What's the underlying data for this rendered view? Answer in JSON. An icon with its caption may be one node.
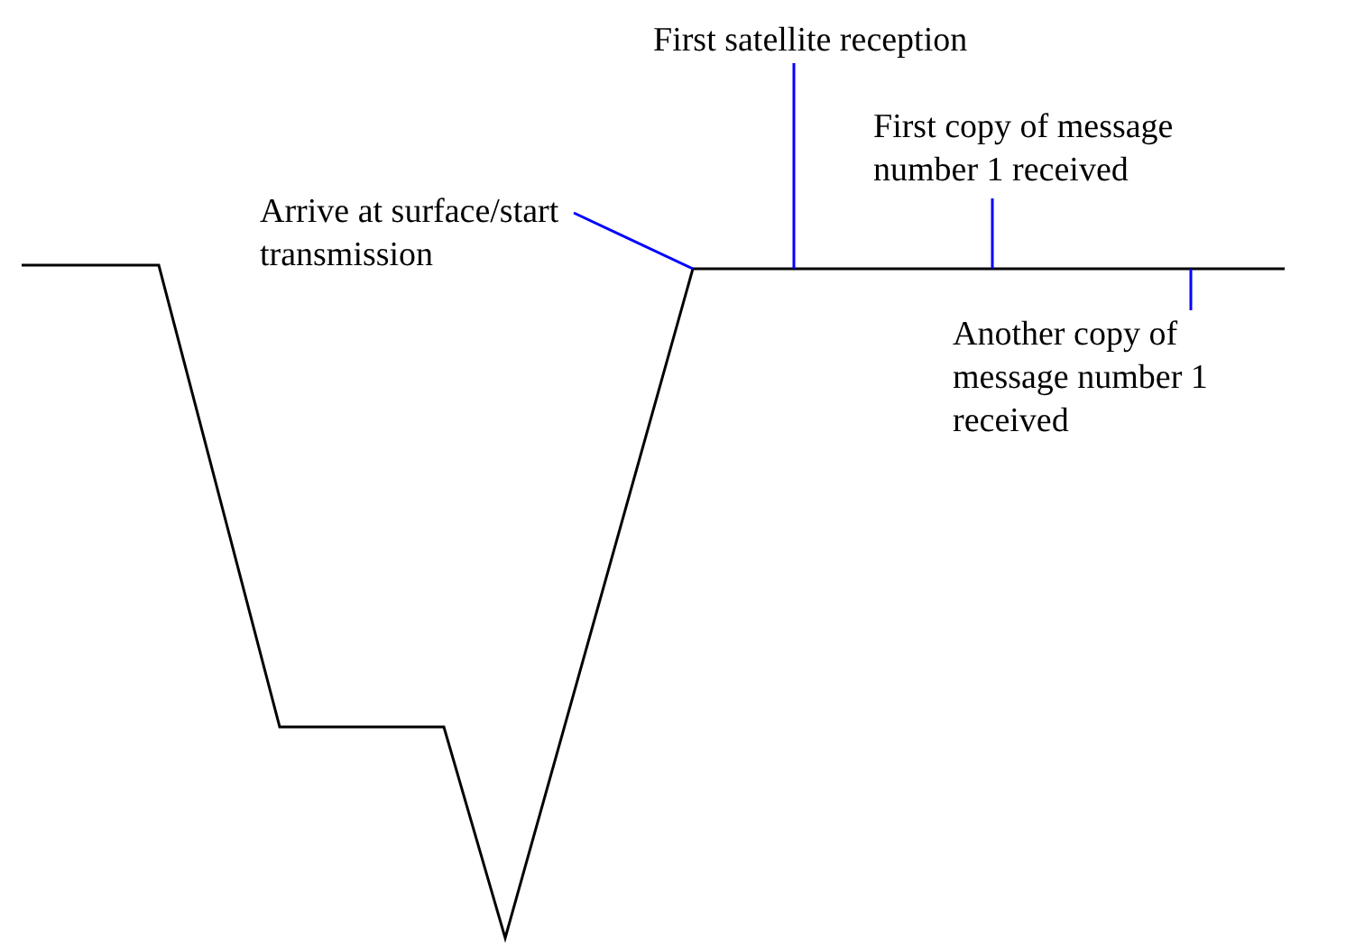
{
  "diagram": {
    "nodes": [
      {
        "text": [
          "First satellite reception"
        ]
      },
      {
        "text": [
          "Arrive at surface/start transmission"
        ]
      },
      {
        "text": [
          "First copy of message number 1 received"
        ]
      },
      {
        "text": [
          "Another copy of message number 1 received"
        ]
      }
    ],
    "edges": [
      {
        "from": 0,
        "to": null,
        "arrow": "none",
        "color": "#0000ff"
      },
      {
        "from": 1,
        "to": null,
        "arrow": "none",
        "color": "#0000ff"
      },
      {
        "from": 2,
        "to": null,
        "arrow": "none",
        "color": "#0000ff"
      },
      {
        "from": 3,
        "to": null,
        "arrow": "none",
        "color": "#0000ff"
      }
    ]
  }
}
